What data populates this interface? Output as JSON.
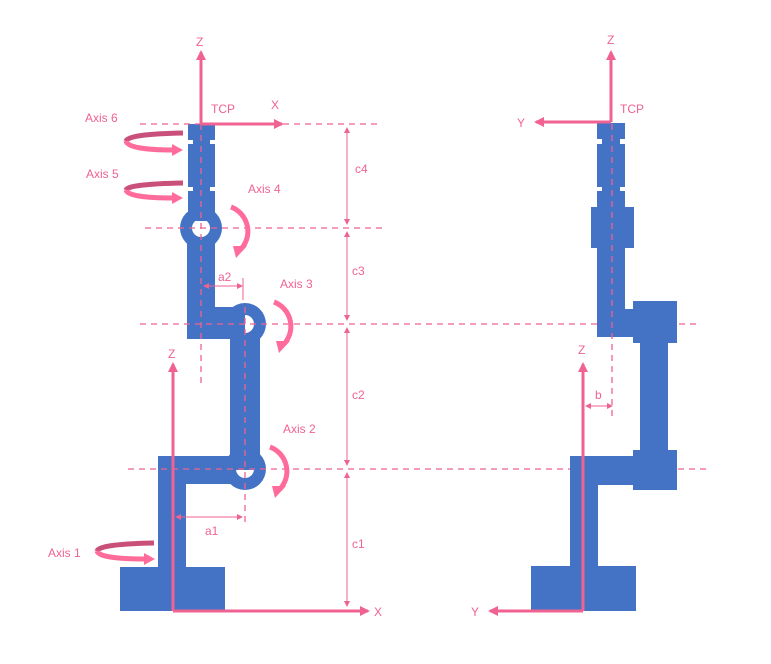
{
  "colors": {
    "robot_body": "#4472C4",
    "annotation": "#F06292",
    "rotation_arrow": "#FF6B9A",
    "rotation_arrow_dark": "#C9507A",
    "background": "#FFFFFF"
  },
  "side_view": {
    "axis_labels": {
      "top_z": "Z",
      "top_x": "X",
      "tcp": "TCP",
      "base_z": "Z",
      "base_x": "X"
    },
    "joints": [
      {
        "label": "Axis 1",
        "type": "rotate-around-vertical"
      },
      {
        "label": "Axis 2",
        "type": "pivot"
      },
      {
        "label": "Axis 3",
        "type": "pivot"
      },
      {
        "label": "Axis 4",
        "type": "pivot"
      },
      {
        "label": "Axis 5",
        "type": "rotate-around-vertical"
      },
      {
        "label": "Axis 6",
        "type": "rotate-around-vertical"
      }
    ],
    "dimensions": {
      "c1": "c1",
      "c2": "c2",
      "c3": "c3",
      "c4": "c4",
      "a1": "a1",
      "a2": "a2"
    }
  },
  "front_view": {
    "axis_labels": {
      "top_z": "Z",
      "top_y": "Y",
      "tcp": "TCP",
      "base_z": "Z",
      "base_y": "Y"
    },
    "dimensions": {
      "b": "b"
    }
  }
}
